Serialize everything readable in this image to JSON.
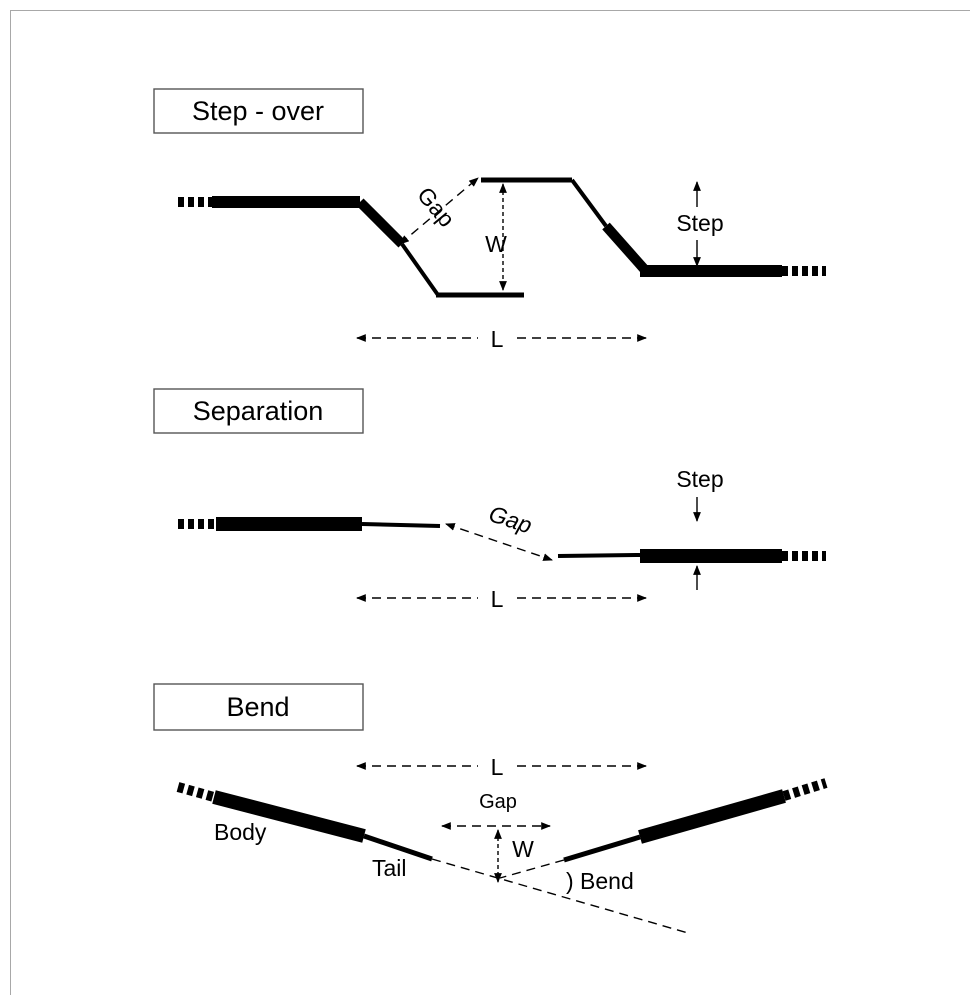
{
  "panels": {
    "stepover": {
      "title": "Step - over",
      "gap_label": "Gap",
      "w_label": "W",
      "step_label": "Step",
      "l_label": "L"
    },
    "separation": {
      "title": "Separation",
      "gap_label": "Gap",
      "step_label": "Step",
      "l_label": "L"
    },
    "bend": {
      "title": "Bend",
      "l_label": "L",
      "gap_label": "Gap",
      "w_label": "W",
      "body_label": "Body",
      "tail_label": "Tail",
      "bend_label": ") Bend"
    }
  }
}
